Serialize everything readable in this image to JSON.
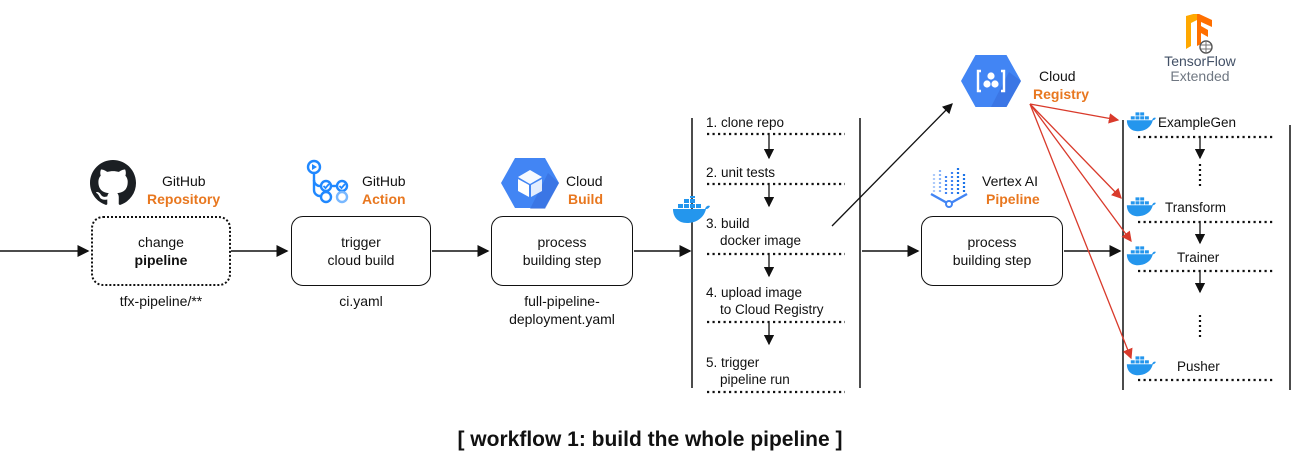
{
  "title": "[ workflow 1: build the whole pipeline ]",
  "colors": {
    "accent": "#e8771f",
    "arrow_red": "#d93a2b",
    "google_blue": "#4285f4"
  },
  "nodes": {
    "github_repo": {
      "icon": "github-icon",
      "label_top": "GitHub",
      "label_accent": "Repository",
      "box_lines": [
        "change",
        "pipeline"
      ],
      "caption": "tfx-pipeline/**"
    },
    "github_action": {
      "icon": "github-actions-icon",
      "label_top": "GitHub",
      "label_accent": "Action",
      "box_lines": [
        "trigger",
        "cloud build"
      ],
      "caption": "ci.yaml"
    },
    "cloud_build": {
      "icon": "cloud-build-icon",
      "label_top": "Cloud",
      "label_accent": "Build",
      "box_lines": [
        "process",
        "building step"
      ],
      "caption_lines": [
        "full-pipeline-",
        "deployment.yaml"
      ]
    },
    "cloud_registry": {
      "icon": "cloud-registry-icon",
      "label_top": "Cloud",
      "label_accent": "Registry"
    },
    "vertex_ai": {
      "icon": "vertex-ai-icon",
      "label_top": "Vertex AI",
      "label_accent": "Pipeline",
      "box_lines": [
        "process",
        "building step"
      ]
    },
    "tfx": {
      "icon": "tensorflow-icon",
      "line1": "TensorFlow",
      "line2": "Extended"
    }
  },
  "build_steps": [
    {
      "lines": [
        "1. clone repo"
      ]
    },
    {
      "lines": [
        "2. unit tests"
      ]
    },
    {
      "lines": [
        "3. build",
        "docker image"
      ]
    },
    {
      "lines": [
        "4. upload image",
        "to Cloud Registry"
      ]
    },
    {
      "lines": [
        "5. trigger",
        "pipeline run"
      ]
    }
  ],
  "tfx_components": [
    "ExampleGen",
    "Transform",
    "Trainer",
    "Pusher"
  ]
}
